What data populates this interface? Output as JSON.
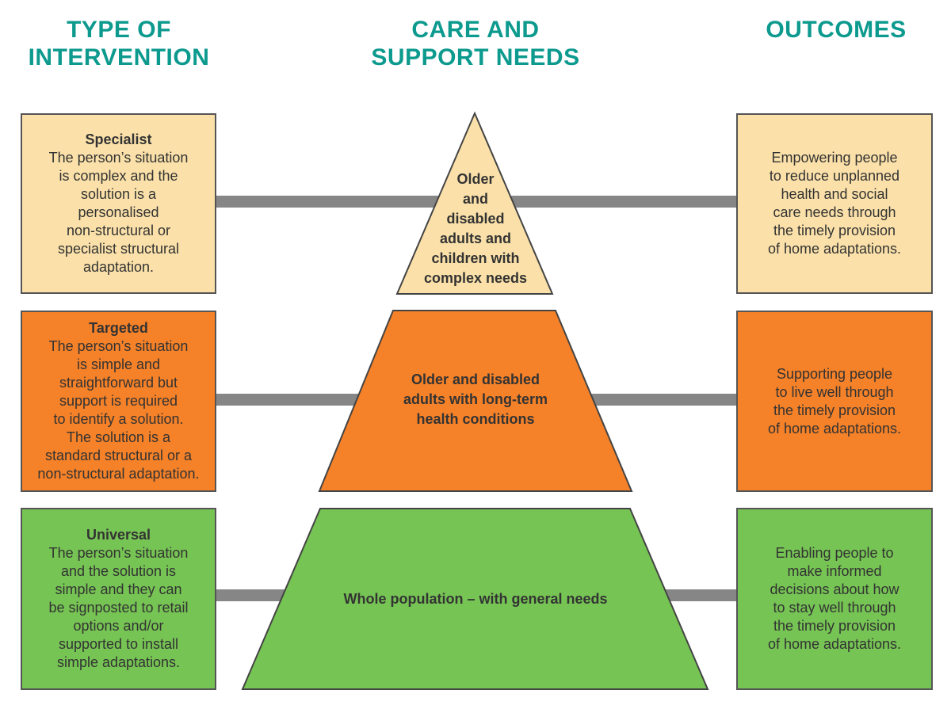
{
  "headers": {
    "intervention": [
      "TYPE OF",
      "INTERVENTION"
    ],
    "needs": [
      "CARE AND",
      "SUPPORT NEEDS"
    ],
    "outcomes": [
      "OUTCOMES"
    ]
  },
  "colors": {
    "header_teal": "#0d9a8e",
    "tier_specialist": "#fbe1a9",
    "tier_targeted": "#f58128",
    "tier_universal": "#76c454",
    "connector_gray": "#868686"
  },
  "tiers": [
    {
      "intervention": {
        "title": "Specialist",
        "lines": [
          "The person’s situation",
          "is complex and the",
          "solution is a",
          "personalised",
          "non-structural or",
          "specialist structural",
          "adaptation."
        ]
      },
      "needs": [
        "Older",
        "and",
        "disabled",
        "adults and",
        "children with",
        "complex needs"
      ],
      "outcome": [
        "Empowering people",
        "to reduce unplanned",
        "health and social",
        "care needs through",
        "the timely provision",
        "of home adaptations."
      ]
    },
    {
      "intervention": {
        "title": "Targeted",
        "lines": [
          "The person’s situation",
          "is simple and",
          "straightforward but",
          "support is required",
          "to identify a solution.",
          "The solution is a",
          "standard structural or a",
          "non-structural adaptation."
        ]
      },
      "needs": [
        "Older and disabled",
        "adults with long-term",
        "health conditions"
      ],
      "outcome": [
        "Supporting people",
        "to live well through",
        "the timely provision",
        "of home adaptations."
      ]
    },
    {
      "intervention": {
        "title": "Universal",
        "lines": [
          "The person’s situation",
          "and the solution is",
          "simple and they can",
          "be signposted to retail",
          "options and/or",
          "supported to install",
          "simple adaptations."
        ]
      },
      "needs": [
        "Whole population – with general needs"
      ],
      "outcome": [
        "Enabling people to",
        "make informed",
        "decisions about how",
        "to stay well through",
        "the timely provision",
        "of home adaptations."
      ]
    }
  ]
}
